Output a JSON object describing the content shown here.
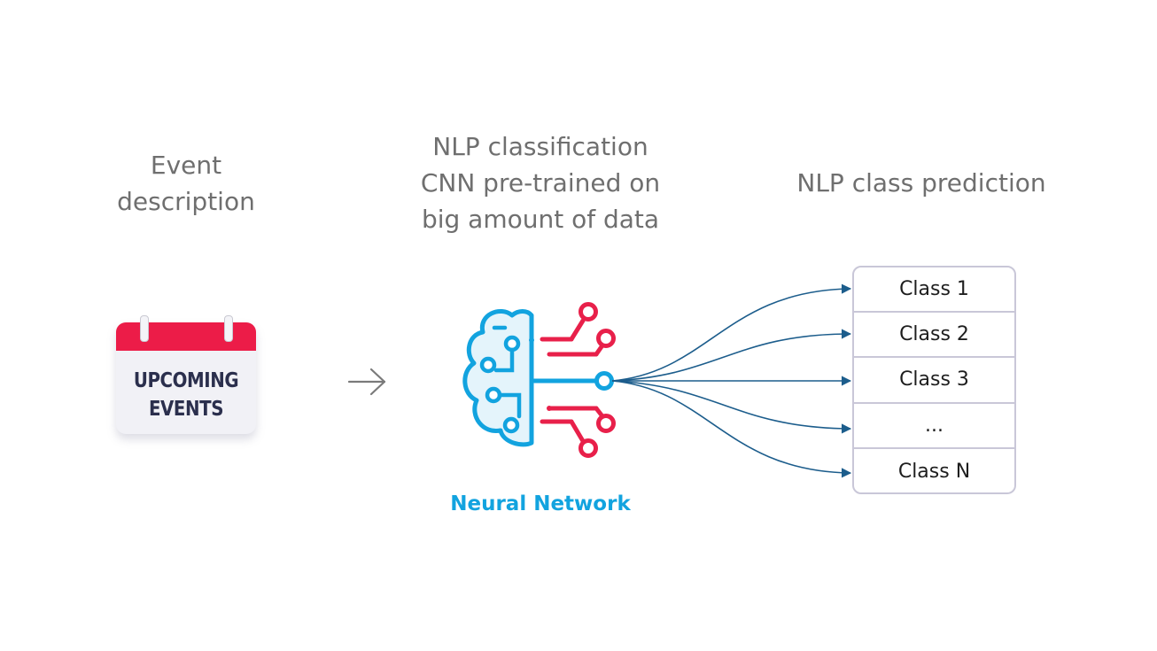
{
  "headings": {
    "event": [
      "Event",
      "description"
    ],
    "model": [
      "NLP classification",
      "CNN pre-trained on",
      "big amount of data"
    ],
    "prediction": "NLP class prediction"
  },
  "calendar": {
    "line1": "UPCOMING",
    "line2": "EVENTS"
  },
  "model_label": "Neural Network",
  "classes": [
    "Class 1",
    "Class 2",
    "Class 3",
    "...",
    "Class N"
  ],
  "colors": {
    "heading_text": "#6f6f6f",
    "calendar_red": "#ec1c48",
    "network_blue": "#12a3df",
    "network_red": "#e8204a",
    "connector_blue": "#1c5d8c",
    "table_border": "#c9c7d8"
  },
  "icons": {
    "flow": "right-arrow-icon",
    "calendar": "calendar-icon",
    "model": "brain-circuit-icon"
  }
}
